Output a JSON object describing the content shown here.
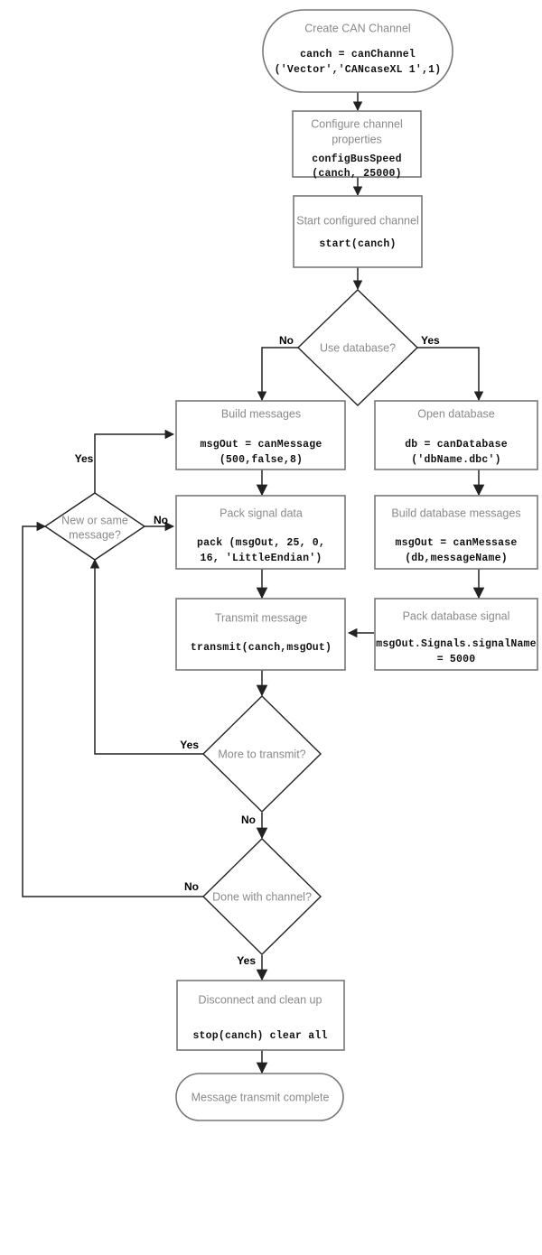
{
  "diagram": {
    "title": "CAN message transmit workflow",
    "type": "flowchart",
    "colors": {
      "node_border": "#777777",
      "decision_border": "#222222",
      "title_text": "#8a8a8a",
      "code_text": "#111111",
      "connector": "#222222",
      "background": "#ffffff"
    }
  },
  "nodes": {
    "create_channel": {
      "shape": "terminator",
      "title": "Create CAN Channel",
      "code_line1": "canch = canChannel",
      "code_line2": "('Vector','CANcaseXL 1',1)"
    },
    "configure_channel": {
      "shape": "process",
      "title_line1": "Configure channel",
      "title_line2": "properties",
      "code_line1": "configBusSpeed",
      "code_line2": "(canch, 25000)"
    },
    "start_channel": {
      "shape": "process",
      "title": "Start configured channel",
      "code_line1": "start(canch)"
    },
    "use_database": {
      "shape": "decision",
      "text": "Use database?"
    },
    "build_messages": {
      "shape": "process",
      "title": "Build messages",
      "code_line1": "msgOut = canMessage",
      "code_line2": "(500,false,8)"
    },
    "open_database": {
      "shape": "process",
      "title": "Open database",
      "code_line1": "db = canDatabase",
      "code_line2": "('dbName.dbc')"
    },
    "new_or_same": {
      "shape": "decision",
      "text_line1": "New or same",
      "text_line2": "message?"
    },
    "pack_signal_data": {
      "shape": "process",
      "title": "Pack signal data",
      "code_line1": "pack (msgOut, 25, 0,",
      "code_line2": "16, 'LittleEndian')"
    },
    "build_database_messages": {
      "shape": "process",
      "title": "Build database messages",
      "code_line1": "msgOut = canMessase",
      "code_line2": "(db,messageName)"
    },
    "transmit_message": {
      "shape": "process",
      "title": "Transmit message",
      "code_line1": "transmit(canch,msgOut)"
    },
    "pack_database_signal": {
      "shape": "process",
      "title": "Pack database signal",
      "code_line1": "msgOut.Signals.signalName",
      "code_line2": "= 5000"
    },
    "more_to_transmit": {
      "shape": "decision",
      "text": "More to transmit?"
    },
    "done_with_channel": {
      "shape": "decision",
      "text": "Done with channel?"
    },
    "disconnect": {
      "shape": "process",
      "title": "Disconnect and clean up",
      "code_line1": "stop(canch) clear all"
    },
    "complete": {
      "shape": "terminator",
      "title": "Message transmit complete"
    }
  },
  "edge_labels": {
    "use_database_no": "No",
    "use_database_yes": "Yes",
    "new_or_same_yes": "Yes",
    "new_or_same_no": "No",
    "more_to_transmit_yes": "Yes",
    "more_to_transmit_no": "No",
    "done_with_channel_no": "No",
    "done_with_channel_yes": "Yes"
  }
}
